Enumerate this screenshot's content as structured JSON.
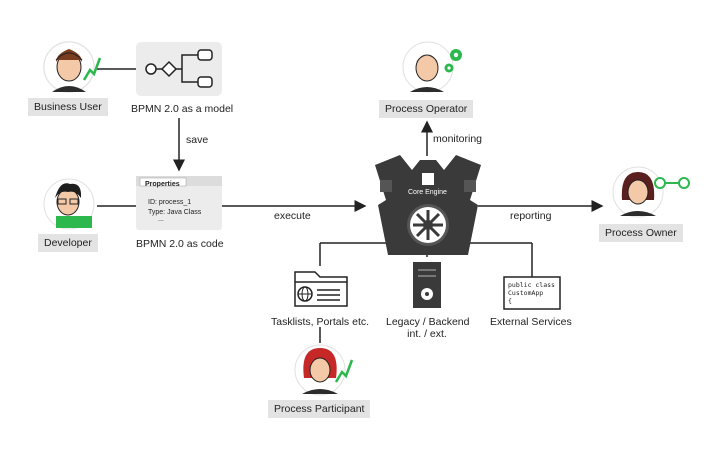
{
  "actors": {
    "business_user": "Business User",
    "developer": "Developer",
    "process_operator": "Process Operator",
    "process_owner": "Process Owner",
    "process_participant": "Process Participant"
  },
  "artifacts": {
    "bpmn_model": "BPMN 2.0 as a model",
    "bpmn_code": "BPMN 2.0 as code",
    "properties_title": "Properties",
    "properties_id": "ID:  process_1",
    "properties_type": "Type:  Java Class",
    "properties_more": "..."
  },
  "engine": {
    "label": "Core Engine"
  },
  "arrows": {
    "save": "save",
    "execute": "execute",
    "monitoring": "monitoring",
    "reporting": "reporting"
  },
  "integrations": {
    "tasklists": "Tasklists, Portals etc.",
    "legacy_line1": "Legacy / Backend",
    "legacy_line2": "int. / ext.",
    "external_services": "External Services",
    "code_line1": "public class",
    "code_line2": "CustomApp",
    "code_line3": "{"
  },
  "colors": {
    "accent_green": "#2db84d",
    "engine_dark": "#3a3a3a",
    "role_bg": "#e3e3e3"
  }
}
